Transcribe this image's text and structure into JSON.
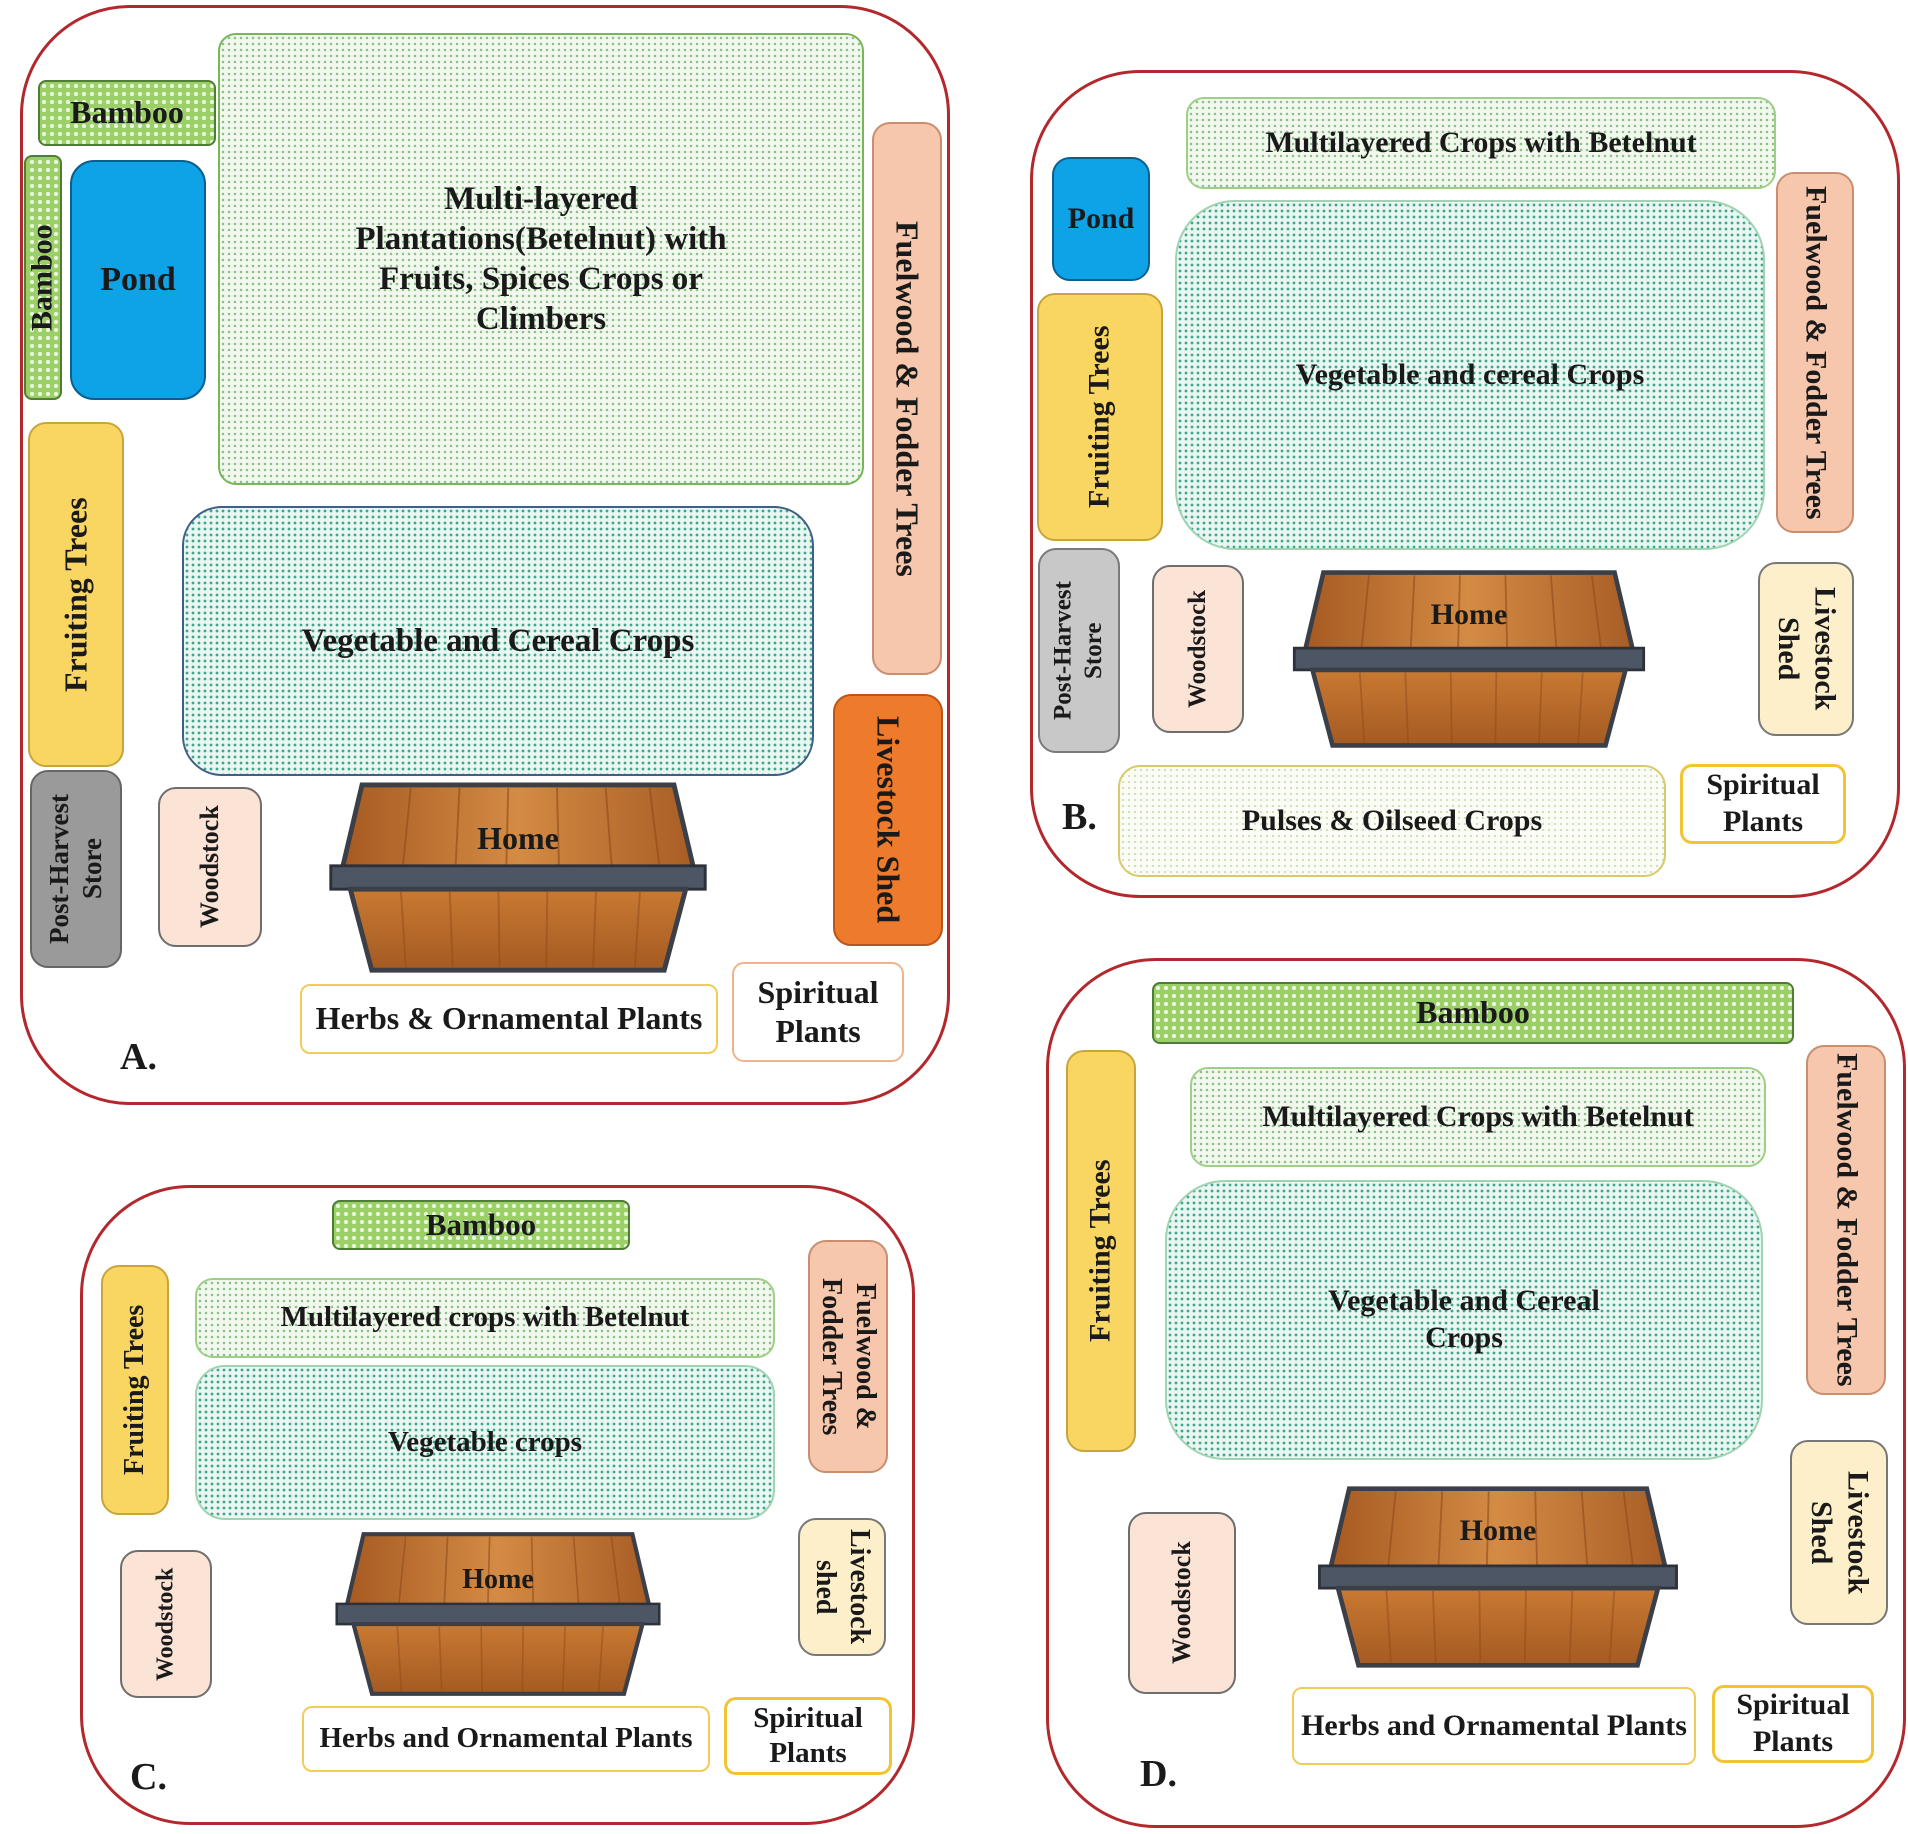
{
  "panels": {
    "a": {
      "label": "A.",
      "bamboo_top": "Bamboo",
      "bamboo_side": "Bamboo",
      "pond": "Pond",
      "multilayer": "Multi-layered Plantations(Betelnut) with Fruits, Spices Crops or Climbers",
      "fuelwood": "Fuelwood & Fodder Trees",
      "fruiting": "Fruiting Trees",
      "vegetable": "Vegetable and Cereal Crops",
      "post_harvest": "Post-Harvest Store",
      "woodstock": "Woodstock",
      "home": "Home",
      "livestock": "Livestock Shed",
      "herbs": "Herbs & Ornamental Plants",
      "spiritual": "Spiritual Plants"
    },
    "b": {
      "label": "B.",
      "multilayer": "Multilayered Crops with Betelnut",
      "pond": "Pond",
      "fruiting": "Fruiting Trees",
      "vegetable": "Vegetable and cereal Crops",
      "fuelwood": "Fuelwood & Fodder Trees",
      "post_harvest": "Post-Harvest Store",
      "woodstock": "Woodstock",
      "home": "Home",
      "livestock": "Livestock Shed",
      "pulses": "Pulses & Oilseed Crops",
      "spiritual": "Spiritual Plants"
    },
    "c": {
      "label": "C.",
      "bamboo": "Bamboo",
      "fruiting": "Fruiting Trees",
      "multilayer": "Multilayered crops with Betelnut",
      "fuelwood": "Fuelwood & Fodder Trees",
      "vegetable": "Vegetable crops",
      "woodstock": "Woodstock",
      "home": "Home",
      "livestock": "Livestock shed",
      "herbs": "Herbs and Ornamental Plants",
      "spiritual": "Spiritual Plants"
    },
    "d": {
      "label": "D.",
      "bamboo": "Bamboo",
      "fruiting": "Fruiting Trees",
      "multilayer": "Multilayered Crops with Betelnut",
      "fuelwood": "Fuelwood & Fodder Trees",
      "vegetable": "Vegetable and Cereal Crops",
      "livestock": "Livestock Shed",
      "woodstock": "Woodstock",
      "home": "Home",
      "herbs": "Herbs and Ornamental Plants",
      "spiritual": "Spiritual Plants"
    }
  },
  "colors": {
    "panel_border": "#b3282d",
    "pond": "#0ea3e6",
    "fruiting": "#f8d661",
    "fuelwood": "#f6c7ad",
    "livestock_a": "#ee7a2c",
    "bamboo": "#9bd067",
    "home_wood": "#c97a32",
    "home_band": "#4d5664"
  }
}
